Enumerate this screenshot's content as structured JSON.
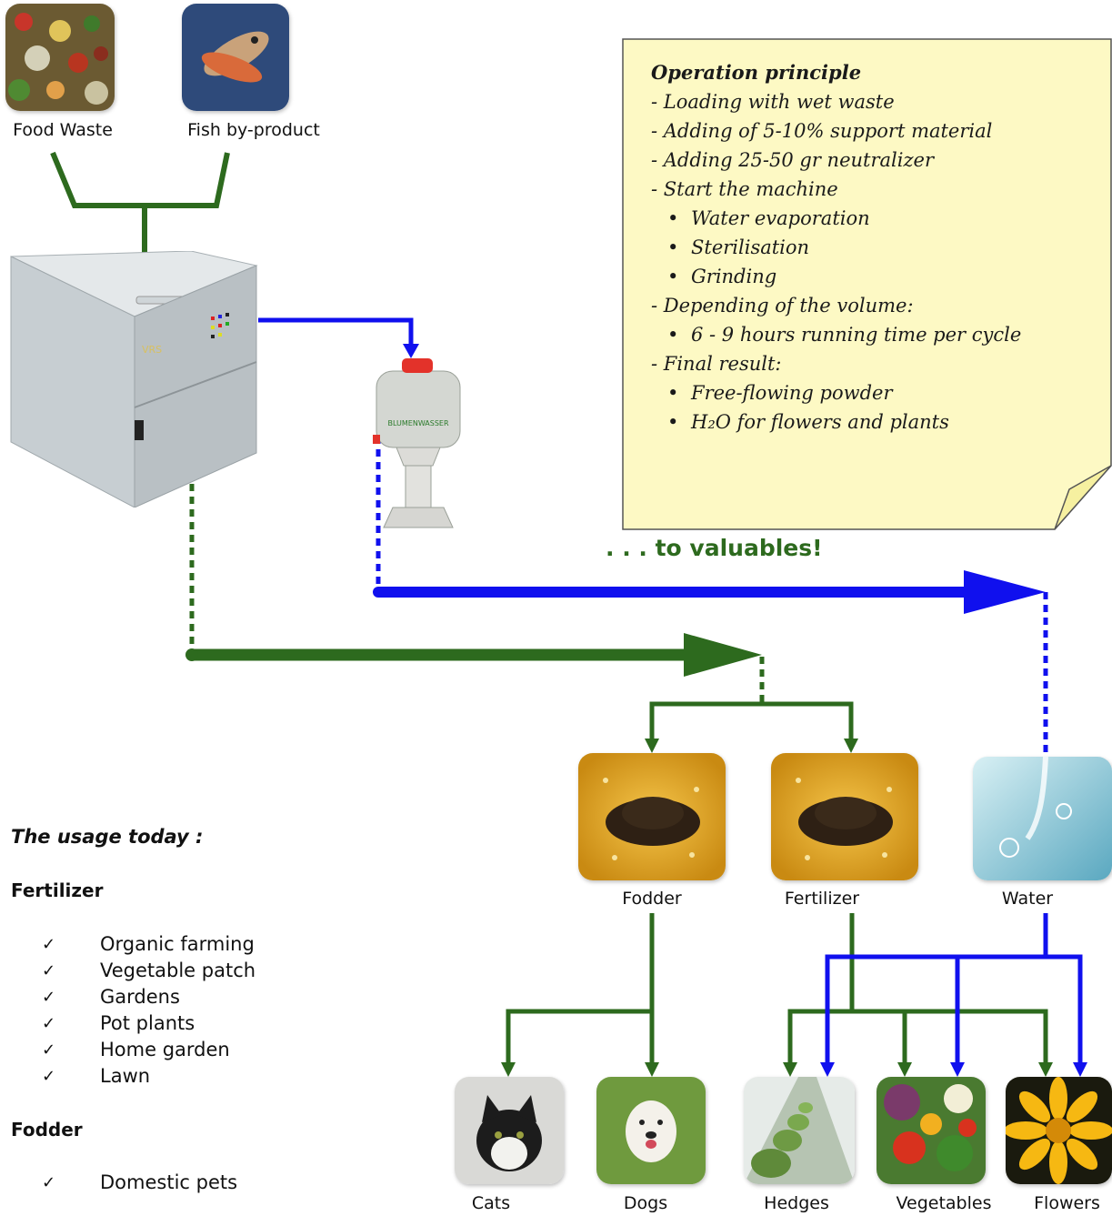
{
  "inputs": {
    "food_waste": "Food Waste",
    "fish": "Fish by-product"
  },
  "note": {
    "title": "Operation principle",
    "lines": [
      {
        "text": "- Loading with wet waste",
        "bullet": false
      },
      {
        "text": "- Adding of 5-10% support material",
        "bullet": false
      },
      {
        "text": "- Adding 25-50 gr neutralizer",
        "bullet": false
      },
      {
        "text": "- Start the machine",
        "bullet": false
      },
      {
        "text": "Water evaporation",
        "bullet": true
      },
      {
        "text": "Sterilisation",
        "bullet": true
      },
      {
        "text": "Grinding",
        "bullet": true
      },
      {
        "text": "- Depending of the volume:",
        "bullet": false
      },
      {
        "text": "6 - 9 hours running time per cycle",
        "bullet": true
      },
      {
        "text": "- Final result:",
        "bullet": false
      },
      {
        "text": "Free-flowing powder",
        "bullet": true
      },
      {
        "text": "H₂O for flowers and plants",
        "bullet": true
      }
    ]
  },
  "machine_label": "VRS",
  "tank_label": "BLUMENWASSER",
  "valuables": ". . . to valuables!",
  "products": {
    "fodder": "Fodder",
    "fertilizer": "Fertilizer",
    "water": "Water"
  },
  "uses": {
    "cats": "Cats",
    "dogs": "Dogs",
    "hedges": "Hedges",
    "vegetables": "Vegetables",
    "flowers": "Flowers"
  },
  "usage": {
    "title": "The usage today :",
    "fertilizer_heading": "Fertilizer",
    "fertilizer_items": [
      "Organic farming",
      "Vegetable patch",
      "Gardens",
      "Pot plants",
      "Home garden",
      "Lawn"
    ],
    "fodder_heading": "Fodder",
    "fodder_items": [
      "Domestic pets"
    ],
    "check_glyph": "✓"
  },
  "colors": {
    "green": "#2d6a1e",
    "blue": "#1010ee",
    "note_fill": "#fdf9c4"
  }
}
